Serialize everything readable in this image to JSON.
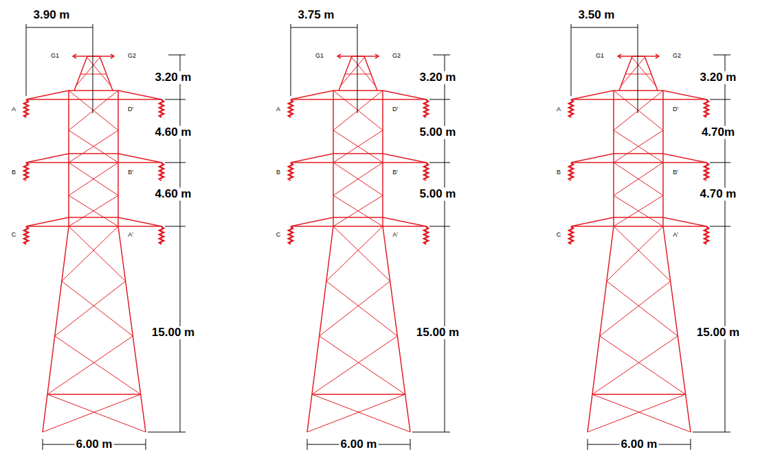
{
  "diagram": {
    "labels": [
      "3.90 m",
      "G1",
      "G2",
      "3.20 m",
      "A",
      "D'",
      "4.60 m",
      "B",
      "B'",
      "4.60 m",
      "C",
      "A'",
      "15.00 m",
      "6.00 m",
      "3.75 m",
      "G1",
      "G2",
      "3.20 m",
      "A",
      "D'",
      "5.00 m",
      "B",
      "B'",
      "5.00 m",
      "C",
      "A'",
      "15.00 m",
      "6.00 m",
      "3.50 m",
      "G1",
      "G2",
      "3.20 m",
      "A",
      "D'",
      "4.70m",
      "B",
      "B'",
      "4.70 m",
      "C",
      "A'",
      "15.00 m",
      "6.00 m"
    ]
  }
}
